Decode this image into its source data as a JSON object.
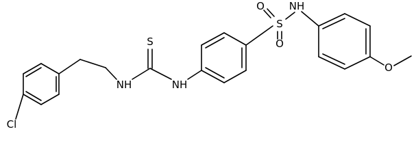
{
  "structure": {
    "atoms": {
      "cl": "Cl",
      "n_benzyl": "NH",
      "s_thione": "S",
      "n_aryl": "NH",
      "s_sulfonyl": "S",
      "o_top": "O",
      "o_bottom": "O",
      "n_sulfonamide": "NH",
      "o_methoxy": "O"
    }
  },
  "colors": {
    "bond": "#000000",
    "label": "#000000",
    "background": "#ffffff"
  }
}
